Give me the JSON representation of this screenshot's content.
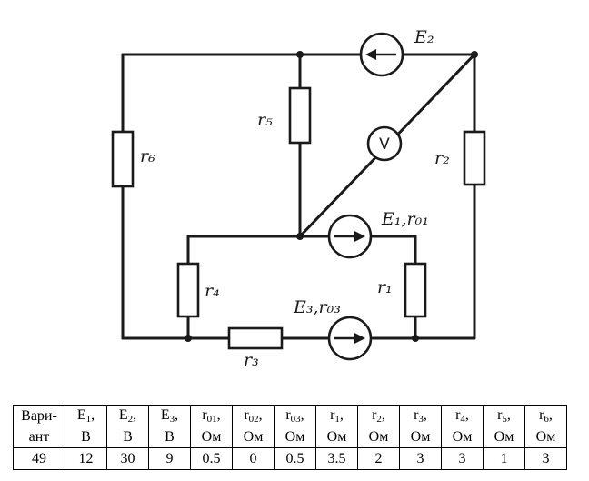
{
  "diagram": {
    "labels": {
      "E2": "E₂",
      "E1": "E₁,r₀₁",
      "E3": "E₃,r₀₃",
      "r1": "r₁",
      "r2": "r₂",
      "r3": "r₃",
      "r4": "r₄",
      "r5": "r₅",
      "r6": "r₆",
      "voltmeter": "V"
    }
  },
  "table": {
    "header_row1": [
      "Вари-",
      "E1,",
      "E2,",
      "E3,",
      "r01,",
      "r02,",
      "r03,",
      "r1,",
      "r2,",
      "r3,",
      "r4,",
      "r5,",
      "r6,"
    ],
    "header_row2": [
      "ант",
      "В",
      "В",
      "В",
      "Ом",
      "Ом",
      "Ом",
      "Ом",
      "Ом",
      "Ом",
      "Ом",
      "Ом",
      "Ом"
    ],
    "values": [
      "49",
      "12",
      "30",
      "9",
      "0.5",
      "0",
      "0.5",
      "3.5",
      "2",
      "3",
      "3",
      "1",
      "3"
    ]
  }
}
